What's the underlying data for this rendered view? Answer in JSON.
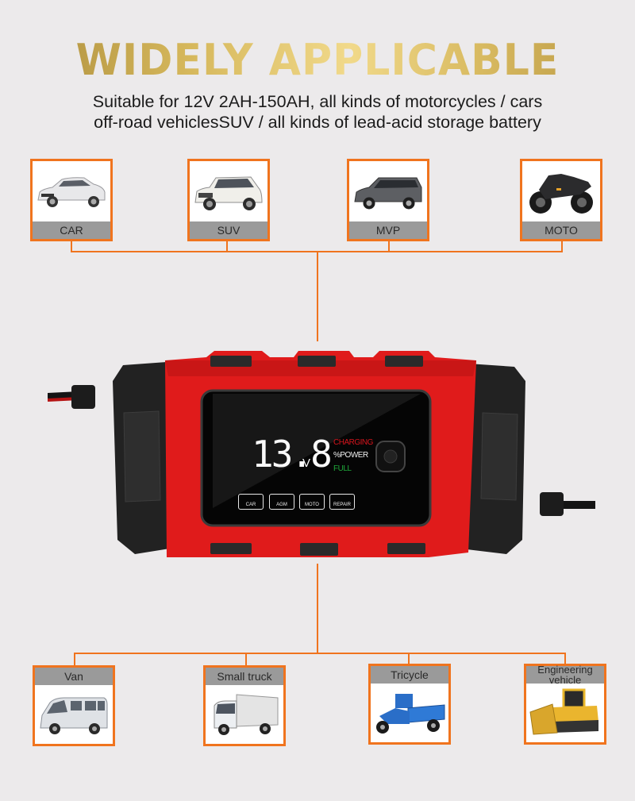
{
  "header": {
    "title": "WIDELY APPLICABLE",
    "subtitle_line1": "Suitable for 12V 2AH-150AH, all kinds of motorcycles / cars",
    "subtitle_line2": "off-road vehiclesSUV / all kinds of lead-acid storage battery"
  },
  "top_vehicles": [
    {
      "label": "CAR",
      "icon": "car-icon"
    },
    {
      "label": "SUV",
      "icon": "suv-icon"
    },
    {
      "label": "MVP",
      "icon": "minivan-icon"
    },
    {
      "label": "MOTO",
      "icon": "motorcycle-icon"
    }
  ],
  "bottom_vehicles": [
    {
      "label": "Van",
      "icon": "van-icon"
    },
    {
      "label": "Small truck",
      "icon": "truck-icon"
    },
    {
      "label": "Tricycle",
      "icon": "tricycle-icon"
    },
    {
      "label": "Engineering vehicle",
      "icon": "bulldozer-icon"
    }
  ],
  "charger": {
    "voltage": "13.8",
    "unit": "V",
    "status_charging": "CHARGING",
    "status_power": "%POWER",
    "status_full": "FULL",
    "modes": [
      "CAR",
      "AGM",
      "MOTO",
      "REPAIR"
    ],
    "colors": {
      "body": "#e01b1b",
      "shell": "#222222",
      "charging": "#d4141c",
      "full": "#1fa83a",
      "accent_line": "#f0741e"
    }
  }
}
